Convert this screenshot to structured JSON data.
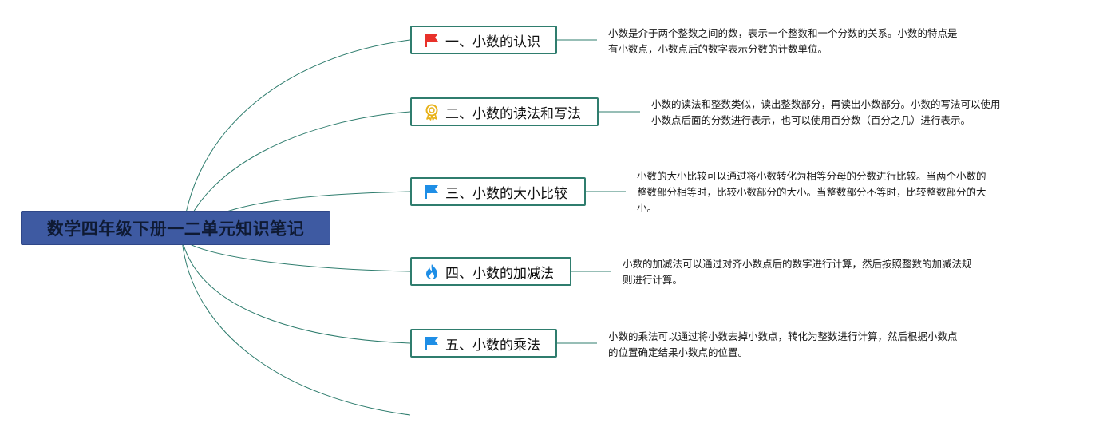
{
  "root": {
    "title": "数学四年级下册一二单元知识笔记"
  },
  "topics": [
    {
      "label": "一、小数的认识",
      "icon": "red-flag-icon",
      "note_lines": [
        "小数是介于两个整数之间的数，表示一个整数和一个分数的关系。小数的特点是",
        "有小数点，小数点后的数字表示分数的计数单位。"
      ]
    },
    {
      "label": "二、小数的读法和写法",
      "icon": "award-medal-icon",
      "note_lines": [
        "小数的读法和整数类似，读出整数部分，再读出小数部分。小数的写法可以使用",
        "小数点后面的分数进行表示，也可以使用百分数（百分之几）进行表示。"
      ]
    },
    {
      "label": "三、小数的大小比较",
      "icon": "blue-flag-icon",
      "note_lines": [
        "小数的大小比较可以通过将小数转化为相等分母的分数进行比较。当两个小数的",
        "整数部分相等时，比较小数部分的大小。当整数部分不等时，比较整数部分的大",
        "小。"
      ]
    },
    {
      "label": "四、小数的加减法",
      "icon": "flame-icon",
      "note_lines": [
        "小数的加减法可以通过对齐小数点后的数字进行计算，然后按照整数的加减法规",
        "则进行计算。"
      ]
    },
    {
      "label": "五、小数的乘法",
      "icon": "blue-flag-icon",
      "note_lines": [
        "小数的乘法可以通过将小数去掉小数点，转化为整数进行计算，然后根据小数点",
        "的位置确定结果小数点的位置。"
      ]
    }
  ],
  "colors": {
    "root_fill": "#3e5aa2",
    "topic_border": "#2f7d6e",
    "connector": "#2f7d6e",
    "red_flag": "#e8312a",
    "blue_flag": "#1e8ee6",
    "medal": "#e8b21a",
    "flame": "#1e8ee6"
  }
}
